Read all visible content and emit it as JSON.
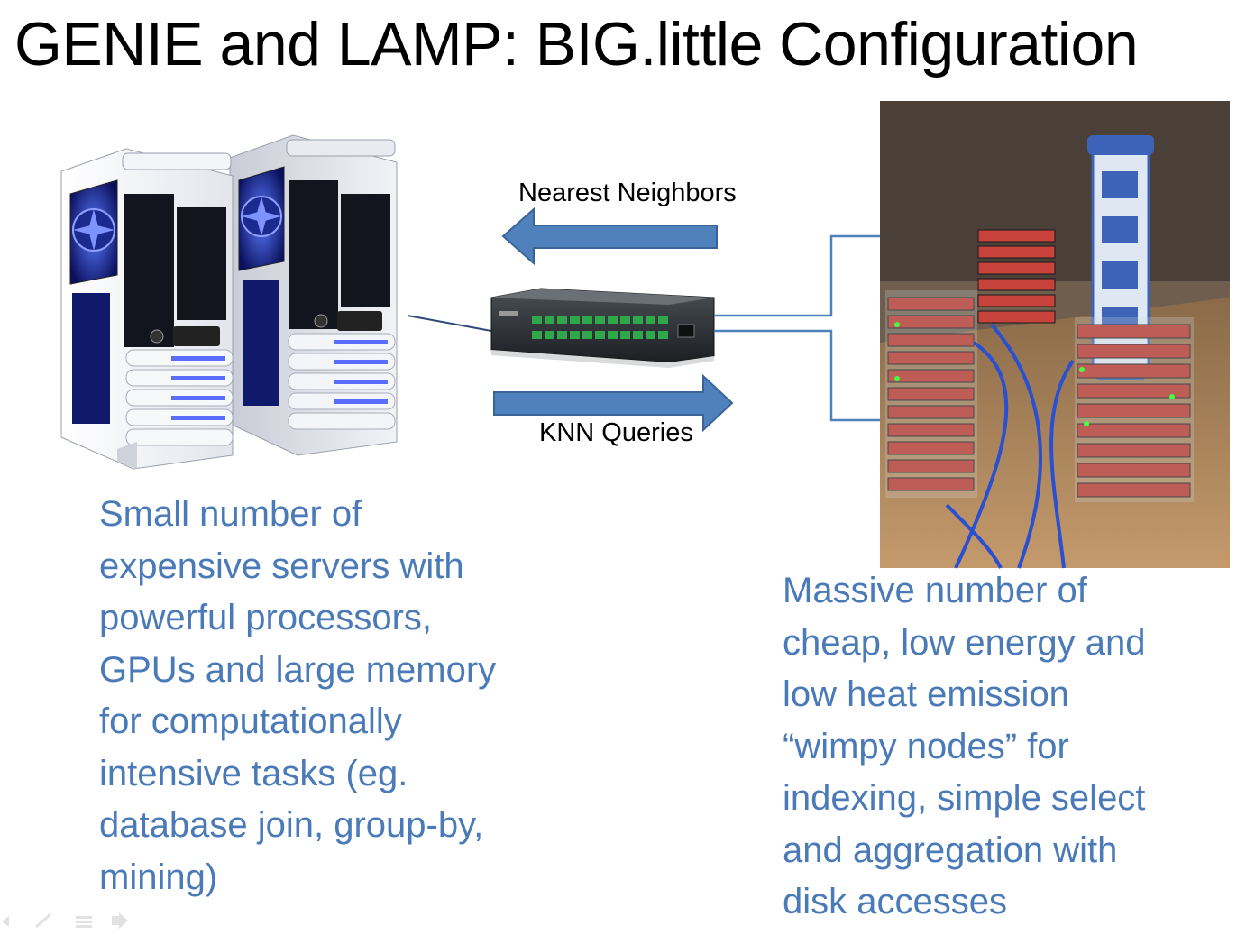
{
  "slide": {
    "title": "GENIE and LAMP: BIG.little Configuration",
    "left_text": "Small number of\nexpensive servers with\npowerful processors,\nGPUs and large memory\nfor computationally\nintensive tasks (eg.\ndatabase join, group-by,\nmining)",
    "right_text": "Massive number of\ncheap, low energy and\nlow heat emission\n“wimpy nodes” for\nindexing, simple select\nand aggregation with\ndisk accesses",
    "diagram": {
      "top_arrow_label": "Nearest Neighbors",
      "bottom_arrow_label": "KNN Queries",
      "arrow_fill": "#4a7ab8",
      "connector_color": "#4a7ab8"
    },
    "icons": [
      "server-tower-icon",
      "network-switch-icon",
      "wimpy-node-cluster-icon"
    ]
  },
  "colors": {
    "title": "#000000",
    "body_text": "#4a7ab8",
    "background": "#ffffff"
  }
}
